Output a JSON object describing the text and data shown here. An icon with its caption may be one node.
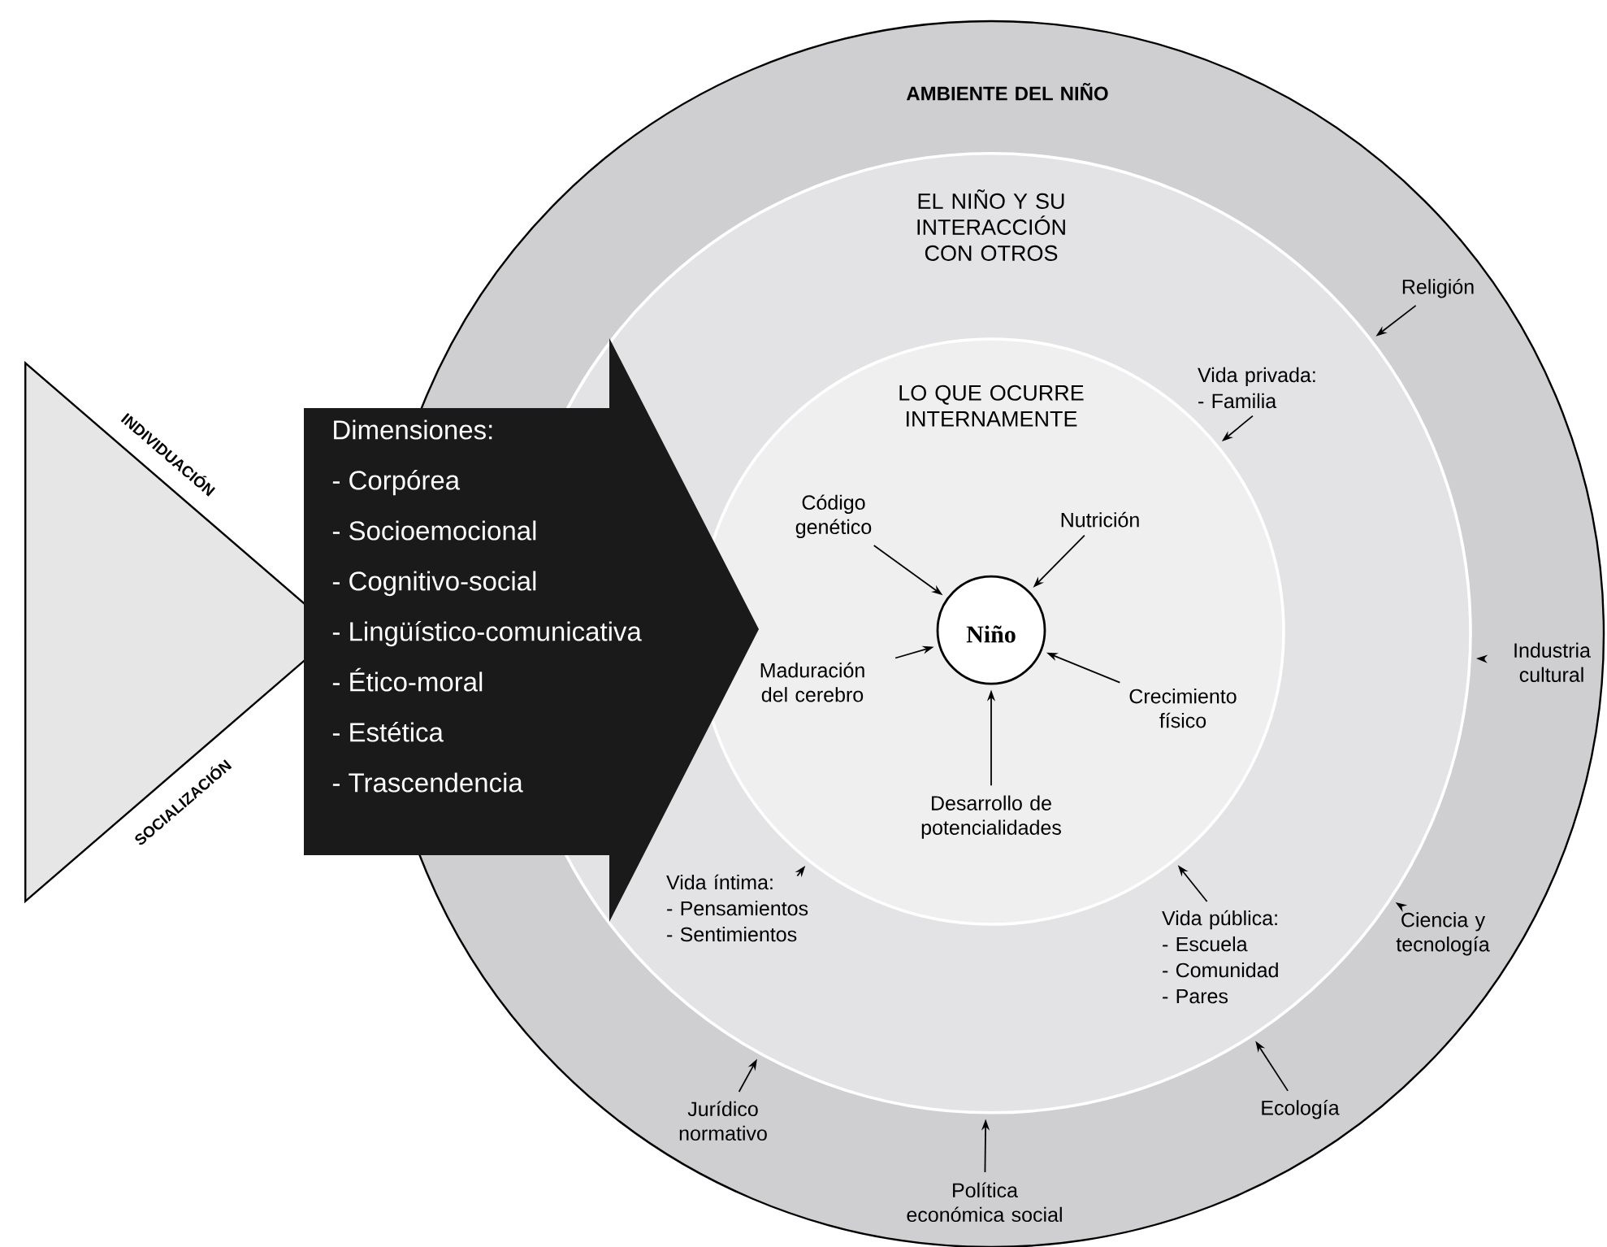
{
  "diagram": {
    "nodes": [
      {
        "text": [
          "AMBIENTE DEL NIÑO"
        ]
      },
      {
        "text": [
          "EL NIÑO Y SU INTERACCIÓN CON OTROS"
        ],
        "in": 0
      },
      {
        "text": [
          "LO QUE OCURRE INTERNAMENTE"
        ],
        "in": 1
      },
      {
        "text": [
          "Niño"
        ],
        "in": 2
      },
      {
        "text": [
          "INDIVIDUACIÓN",
          "SOCIALIZACIÓN"
        ]
      },
      {
        "text": [
          "Dimensiones:",
          "- Corpórea",
          "- Socioemocional",
          "- Cognitivo-social",
          "- Lingüístico-comunicativa",
          "- Ético-moral",
          "- Estética",
          "- Trascendencia"
        ]
      },
      {
        "text": [
          "Religión"
        ],
        "in": 0
      },
      {
        "text": [
          "Vida privada:",
          "- Familia"
        ],
        "in": 1
      },
      {
        "text": [
          "Código genético"
        ],
        "in": 2
      },
      {
        "text": [
          "Nutrición"
        ],
        "in": 2
      },
      {
        "text": [
          "Maduración del cerebro"
        ],
        "in": 2
      },
      {
        "text": [
          "Crecimiento físico"
        ],
        "in": 2
      },
      {
        "text": [
          "Industria cultural"
        ],
        "in": 0
      },
      {
        "text": [
          "Desarrollo de potencialidades"
        ],
        "in": 2
      },
      {
        "text": [
          "Vida íntima:",
          "- Pensamientos",
          "- Sentimientos"
        ],
        "in": 1
      },
      {
        "text": [
          "Vida pública:",
          "- Escuela",
          "- Comunidad",
          "- Pares"
        ],
        "in": 1
      },
      {
        "text": [
          "Ciencia y tecnología"
        ],
        "in": 0
      },
      {
        "text": [
          "Jurídico normativo"
        ],
        "in": 0
      },
      {
        "text": [
          "Ecología"
        ],
        "in": 0
      },
      {
        "text": [
          "Política económica social"
        ],
        "in": 0
      }
    ],
    "edges": [
      {
        "from": 6,
        "to": 1,
        "arrow": "to"
      },
      {
        "from": 7,
        "to": 2,
        "arrow": "to"
      },
      {
        "from": 8,
        "to": 3,
        "arrow": "to"
      },
      {
        "from": 9,
        "to": 3,
        "arrow": "to"
      },
      {
        "from": 10,
        "to": 3,
        "arrow": "to"
      },
      {
        "from": 11,
        "to": 3,
        "arrow": "to"
      },
      {
        "from": 12,
        "to": 1,
        "arrow": "to"
      },
      {
        "from": 13,
        "to": 3,
        "arrow": "to"
      },
      {
        "from": 14,
        "to": 2,
        "arrow": "to"
      },
      {
        "from": 15,
        "to": 2,
        "arrow": "to"
      },
      {
        "from": 16,
        "to": 1,
        "arrow": "to"
      },
      {
        "from": 17,
        "to": 1,
        "arrow": "to"
      },
      {
        "from": 18,
        "to": 1,
        "arrow": "to"
      },
      {
        "from": 19,
        "to": 1,
        "arrow": "to"
      }
    ]
  }
}
